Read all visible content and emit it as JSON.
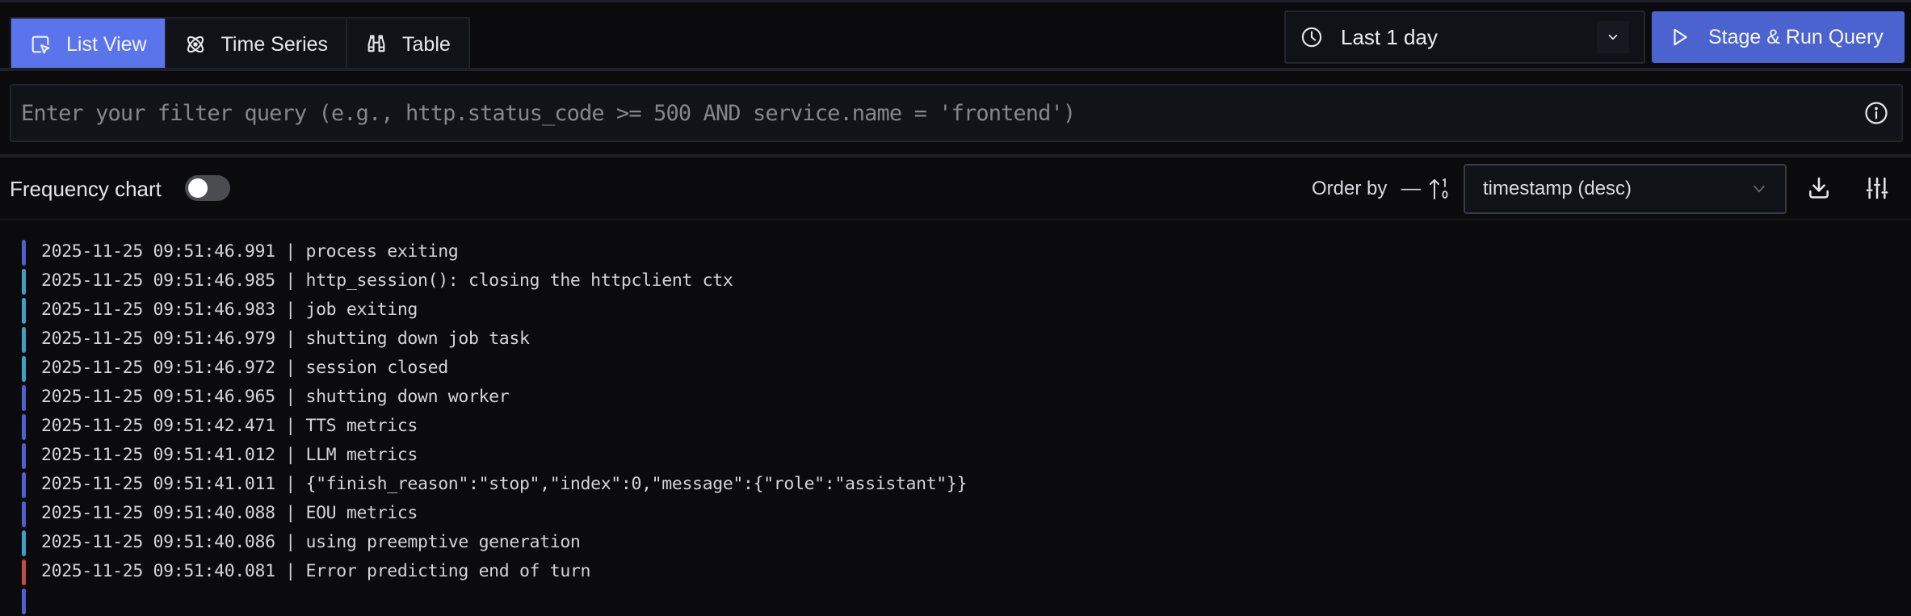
{
  "header": {
    "view_tabs": [
      {
        "label": "List View",
        "icon": "list-view-cursor-icon",
        "active": true
      },
      {
        "label": "Time Series",
        "icon": "atom-icon",
        "active": false
      },
      {
        "label": "Table",
        "icon": "binoculars-icon",
        "active": false
      }
    ],
    "time_range": {
      "label": "Last 1 day",
      "icon": "clock-icon"
    },
    "run_button": {
      "label": "Stage & Run Query",
      "icon": "play-icon"
    }
  },
  "filter": {
    "placeholder": "Enter your filter query (e.g., http.status_code >= 500 AND service.name = 'frontend')",
    "value": "",
    "info_icon": "info-icon"
  },
  "toolbar": {
    "frequency_chart_label": "Frequency chart",
    "frequency_chart_enabled": false,
    "order_by_label": "Order by",
    "order_by_separator": "—",
    "order_by_value": "timestamp (desc)",
    "download_icon": "download-icon",
    "settings_icon": "sliders-icon"
  },
  "colors": {
    "accent": "#5a74ec",
    "run_button": "#4b63cf",
    "severity_info": "#4f5fd0",
    "severity_debug": "#3f9fc7",
    "severity_error": "#c24a4a"
  },
  "logs": [
    {
      "timestamp": "2025-11-25 09:51:46.991",
      "message": "process exiting",
      "severity": "info"
    },
    {
      "timestamp": "2025-11-25 09:51:46.985",
      "message": "http_session(): closing the httpclient ctx",
      "severity": "debug"
    },
    {
      "timestamp": "2025-11-25 09:51:46.983",
      "message": "job exiting",
      "severity": "debug"
    },
    {
      "timestamp": "2025-11-25 09:51:46.979",
      "message": "shutting down job task",
      "severity": "debug"
    },
    {
      "timestamp": "2025-11-25 09:51:46.972",
      "message": "session closed",
      "severity": "debug"
    },
    {
      "timestamp": "2025-11-25 09:51:46.965",
      "message": "shutting down worker",
      "severity": "info"
    },
    {
      "timestamp": "2025-11-25 09:51:42.471",
      "message": "TTS metrics",
      "severity": "info"
    },
    {
      "timestamp": "2025-11-25 09:51:41.012",
      "message": "LLM metrics",
      "severity": "info"
    },
    {
      "timestamp": "2025-11-25 09:51:41.011",
      "message": "{\"finish_reason\":\"stop\",\"index\":0,\"message\":{\"role\":\"assistant\"}}",
      "severity": "info"
    },
    {
      "timestamp": "2025-11-25 09:51:40.088",
      "message": "EOU metrics",
      "severity": "info"
    },
    {
      "timestamp": "2025-11-25 09:51:40.086",
      "message": "using preemptive generation",
      "severity": "debug"
    },
    {
      "timestamp": "2025-11-25 09:51:40.081",
      "message": "Error predicting end of turn",
      "severity": "error"
    }
  ]
}
